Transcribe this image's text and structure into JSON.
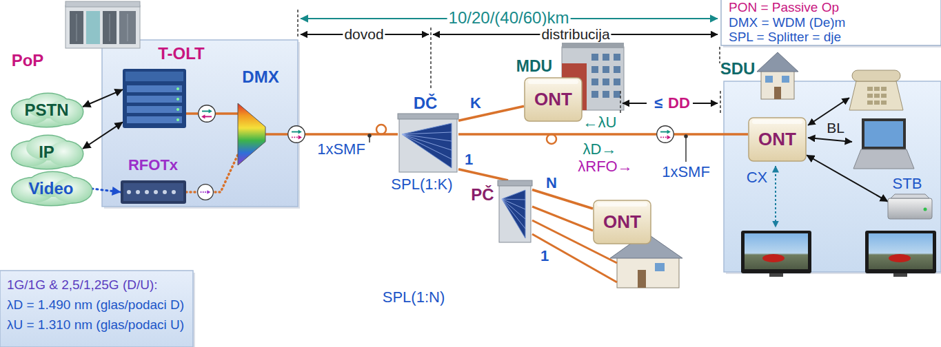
{
  "diagram": {
    "nodes": [
      {
        "text": [
          "PON = Passive Op",
          "DMX = WDM (De)m",
          "SPL = Splitter = dje"
        ]
      },
      {
        "text": [
          "PSTN"
        ]
      },
      {
        "text": [
          "IP"
        ]
      },
      {
        "text": [
          "Video"
        ]
      },
      {
        "text": [
          "PoP"
        ]
      },
      {
        "text": [
          "T-OLT"
        ],
        "in": 4
      },
      {
        "text": [
          "RFOTx"
        ],
        "in": 4
      },
      {
        "text": [
          "DMX"
        ],
        "in": 4
      },
      {
        "text": [
          "DČ",
          "SPL(1:K)"
        ]
      },
      {
        "text": [
          "ONT"
        ]
      },
      {
        "text": [
          "PČ",
          "SPL(1:N)"
        ]
      },
      {
        "text": [
          "ONT"
        ]
      },
      {
        "text": [
          "SDU"
        ]
      },
      {
        "text": [
          "ONT"
        ],
        "in": 12
      },
      {
        "text": [
          "STB"
        ],
        "in": 12
      },
      {
        "text": [
          "1G/1G & 2,5/1,25G (D/U):",
          "λD = 1.490 nm (glas/podaci D)",
          "λU = 1.310 nm (glas/podaci U)"
        ]
      }
    ],
    "edges": [
      {
        "from": 1,
        "to": 5,
        "arrow": "both"
      },
      {
        "from": 2,
        "to": 5,
        "arrow": "both"
      },
      {
        "from": 3,
        "to": 6,
        "arrow": "to"
      },
      {
        "from": 5,
        "to": 7,
        "arrow": "none"
      },
      {
        "from": 6,
        "to": 7,
        "arrow": "none"
      },
      {
        "from": 7,
        "to": 8,
        "arrow": "none"
      },
      {
        "from": 8,
        "to": 9,
        "label": "K",
        "arrow": "none"
      },
      {
        "from": 8,
        "to": 13,
        "arrow": "none"
      },
      {
        "from": 8,
        "to": 10,
        "label": "1",
        "arrow": "none"
      },
      {
        "from": 10,
        "to": 11,
        "label": "N",
        "arrow": "none"
      },
      {
        "from": 13,
        "to": 14,
        "arrow": "both"
      }
    ],
    "labels": [
      "10/20/(40/60)km",
      "dovod",
      "distribucija",
      "MDU",
      "≤",
      "DD",
      "1xSMF",
      "←λU",
      "λD→",
      "λRFO→",
      "1xSMF",
      "1",
      "BL",
      "CX"
    ]
  }
}
